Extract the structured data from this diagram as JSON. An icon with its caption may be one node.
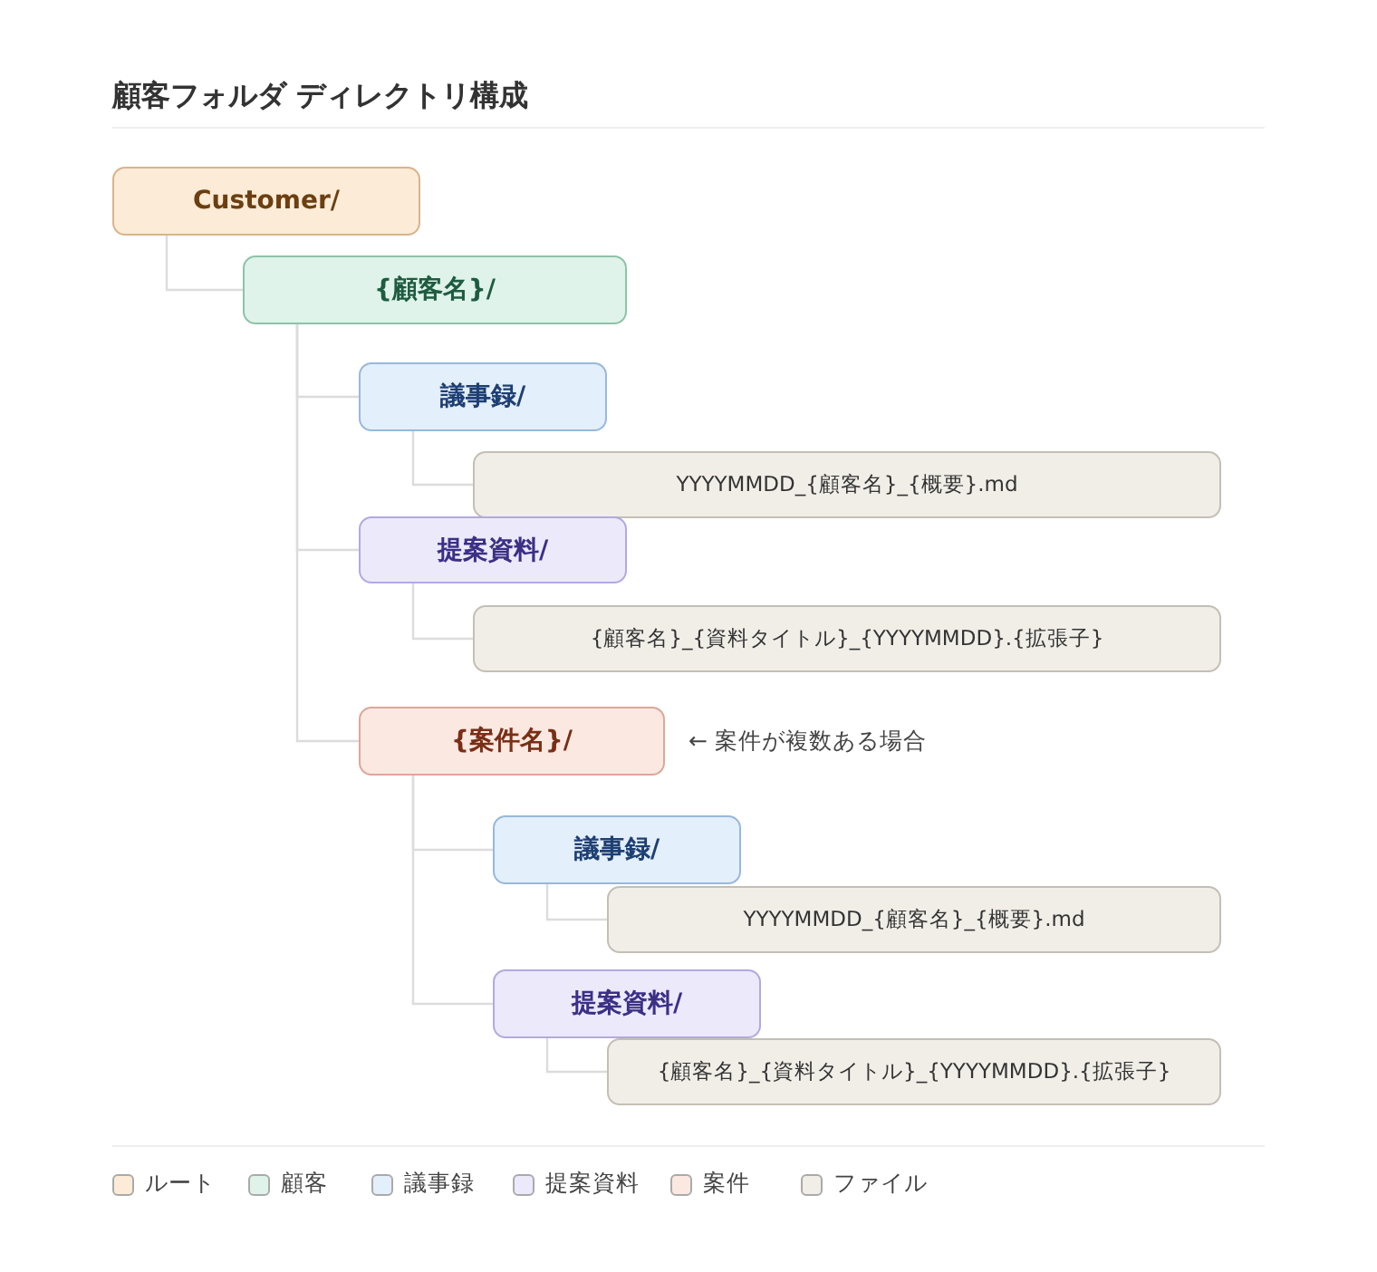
{
  "diagram": {
    "title": "顧客フォルダ ディレクトリ構成",
    "nodes": [
      {
        "text": [
          "Customer/"
        ]
      },
      {
        "text": [
          "{顧客名}/"
        ]
      },
      {
        "text": [
          "議事録/"
        ]
      },
      {
        "text": [
          "YYYYMMDD_{顧客名}_{概要}.md"
        ]
      },
      {
        "text": [
          "提案資料/"
        ]
      },
      {
        "text": [
          "{顧客名}_{資料タイトル}_{YYYYMMDD}.{拡張子}"
        ]
      },
      {
        "text": [
          "{案件名}/"
        ],
        "beside": [
          "← 案件が複数ある場合"
        ]
      },
      {
        "text": [
          "議事録/"
        ]
      },
      {
        "text": [
          "YYYYMMDD_{顧客名}_{概要}.md"
        ]
      },
      {
        "text": [
          "提案資料/"
        ]
      },
      {
        "text": [
          "{顧客名}_{資料タイトル}_{YYYYMMDD}.{拡張子}"
        ]
      }
    ],
    "edges": [
      {
        "from": 0,
        "to": 1,
        "arrow": "none"
      },
      {
        "from": 1,
        "to": 2,
        "arrow": "none"
      },
      {
        "from": 2,
        "to": 3,
        "arrow": "none"
      },
      {
        "from": 1,
        "to": 4,
        "arrow": "none"
      },
      {
        "from": 4,
        "to": 5,
        "arrow": "none"
      },
      {
        "from": 1,
        "to": 6,
        "arrow": "none"
      },
      {
        "from": 6,
        "to": 7,
        "arrow": "none"
      },
      {
        "from": 7,
        "to": 8,
        "arrow": "none"
      },
      {
        "from": 6,
        "to": 9,
        "arrow": "none"
      },
      {
        "from": 9,
        "to": 10,
        "arrow": "none"
      }
    ],
    "legend": [
      {
        "text": "ルート",
        "color": "#fbebd7"
      },
      {
        "text": "顧客",
        "color": "#dff3ea"
      },
      {
        "text": "議事録",
        "color": "#e3effb"
      },
      {
        "text": "提案資料",
        "color": "#ece9fb"
      },
      {
        "text": "案件",
        "color": "#fbe8e1"
      },
      {
        "text": "ファイル",
        "color": "#f1eee8"
      }
    ]
  }
}
